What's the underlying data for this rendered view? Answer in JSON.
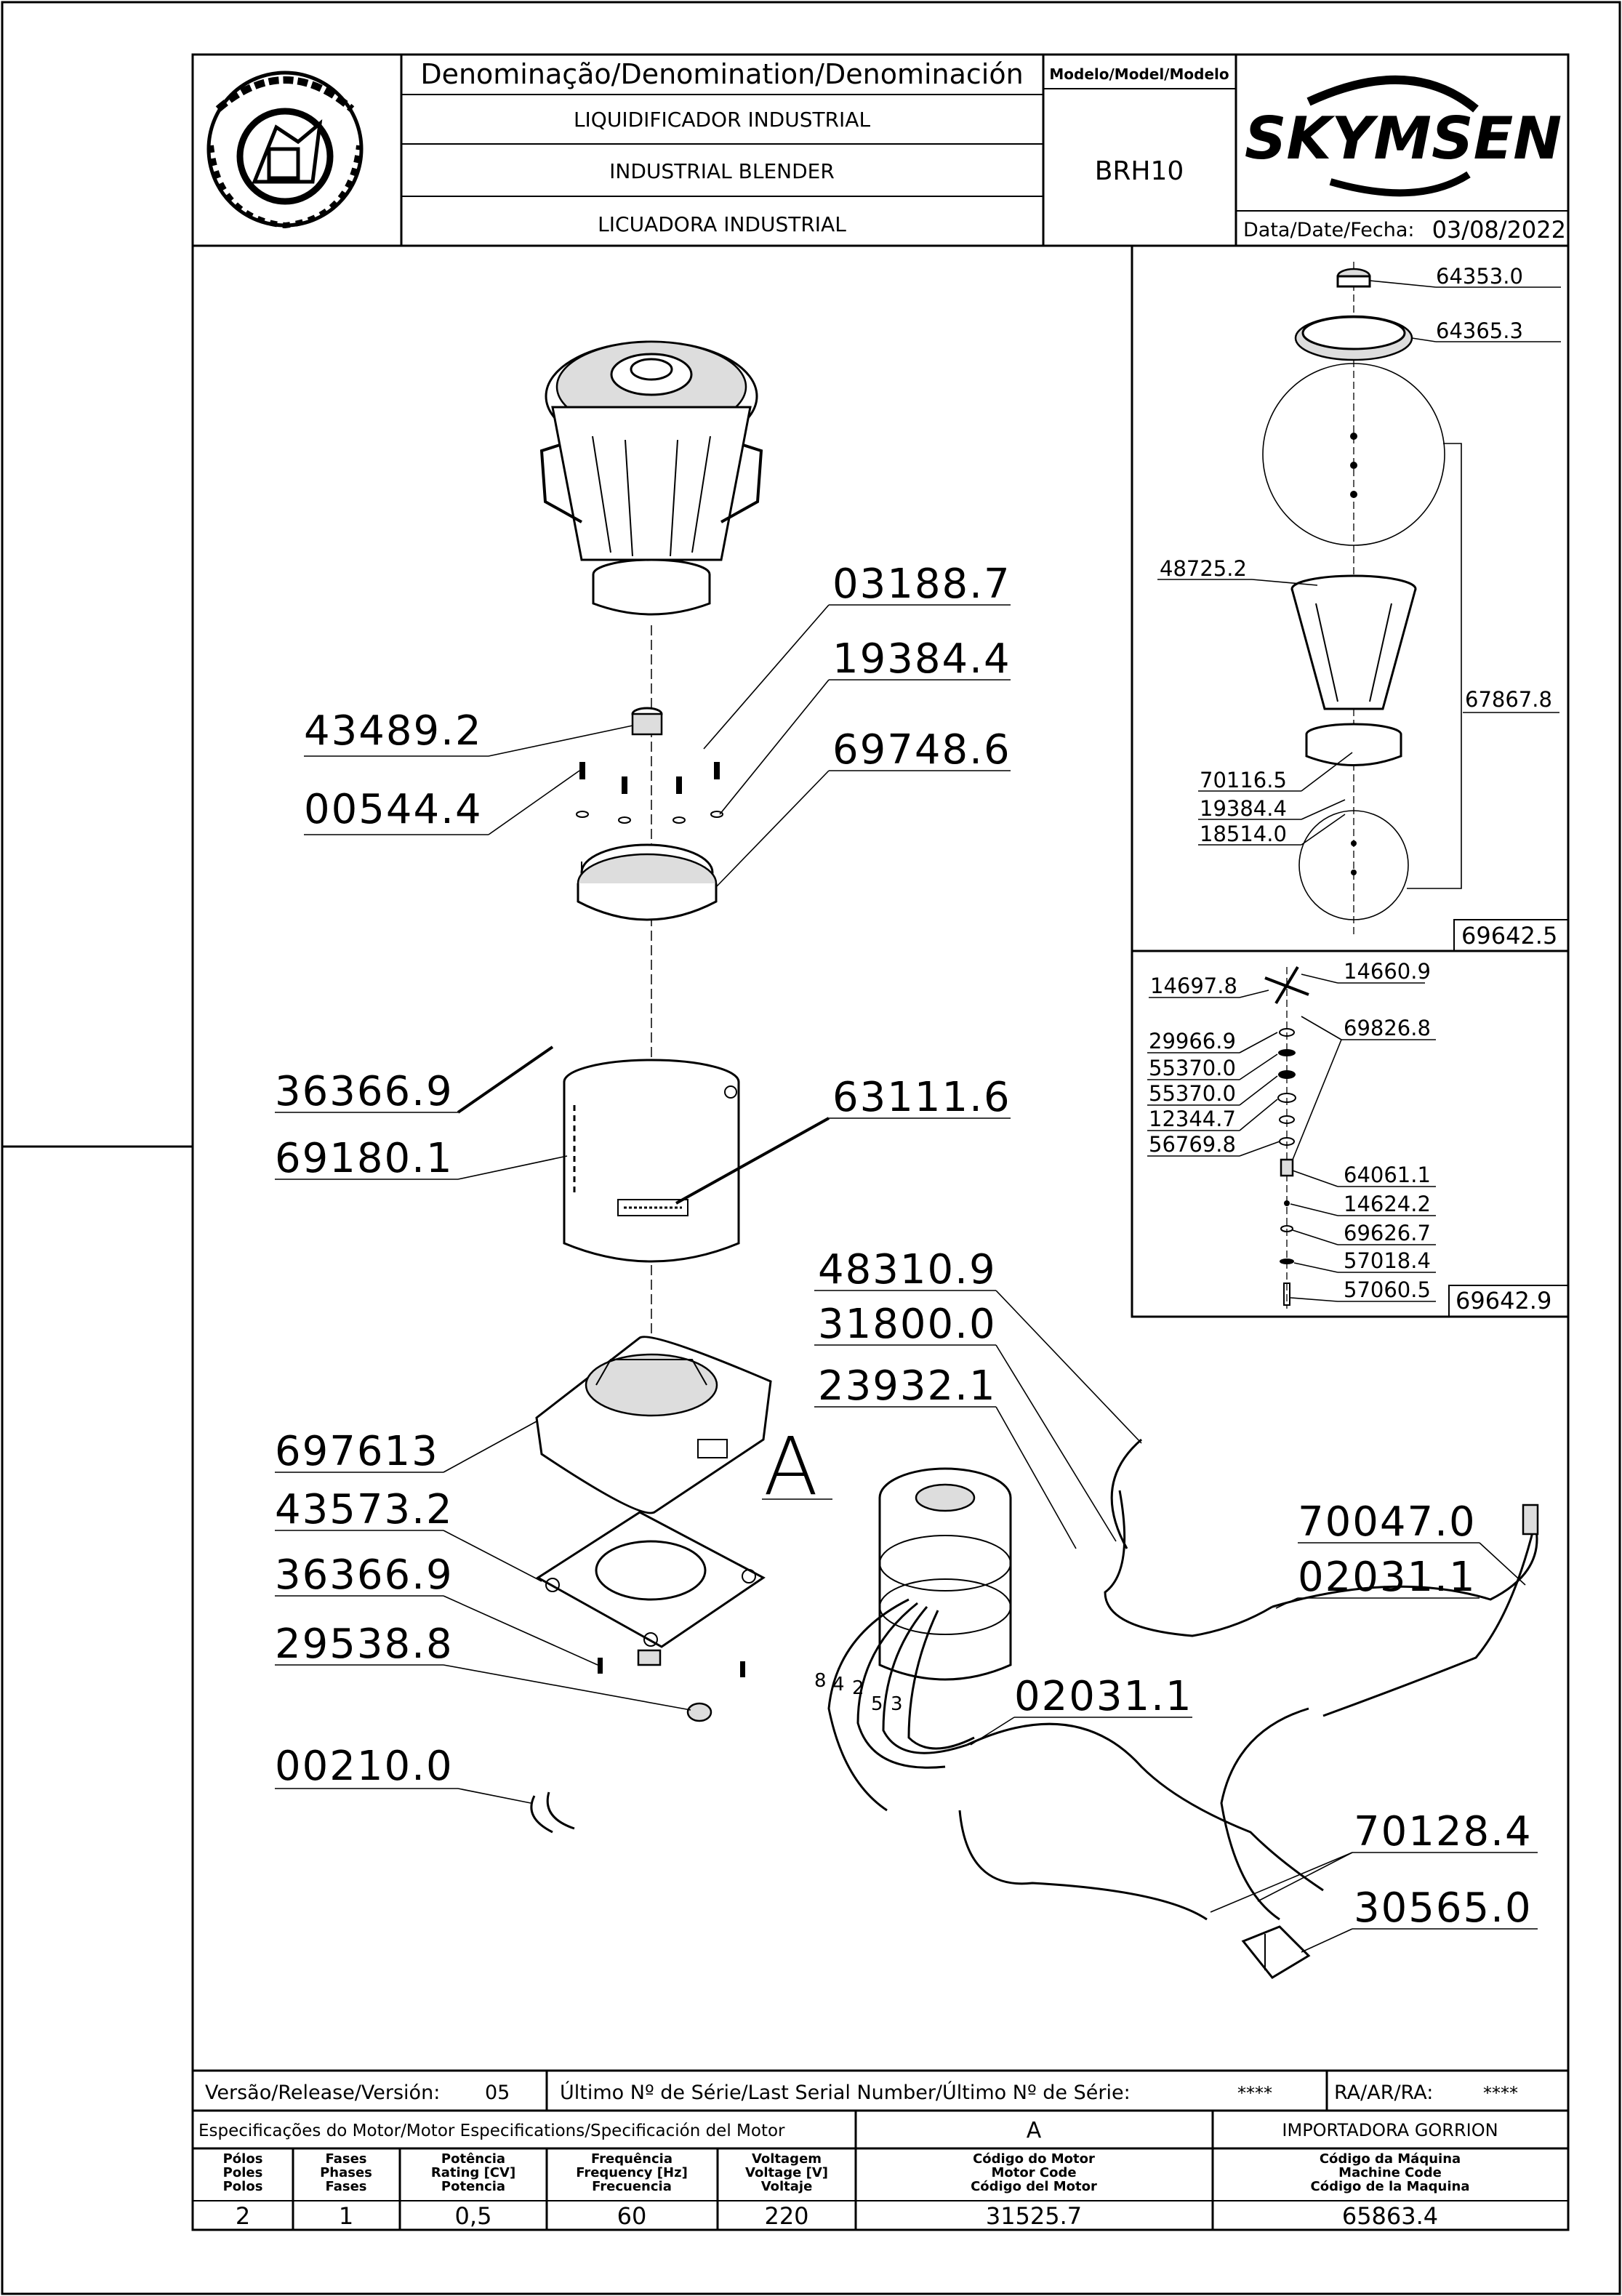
{
  "header": {
    "denomination_title": "Denominação/Denomination/Denominación",
    "names": [
      "LIQUIDIFICADOR  INDUSTRIAL",
      "INDUSTRIAL  BLENDER",
      "LICUADORA  INDUSTRIAL"
    ],
    "model_title": "Modelo/Model/Modelo",
    "model": "BRH10",
    "brand": "SKYMSEN",
    "date_label": "Data/Date/Fecha:",
    "date": "03/08/2022"
  },
  "main_labels": {
    "l_03188_7": "03188.7",
    "l_19384_4": "19384.4",
    "l_43489_2": "43489.2",
    "l_69748_6": "69748.6",
    "l_00544_4": "00544.4",
    "l_36366_9a": "36366.9",
    "l_63111_6": "63111.6",
    "l_69180_1": "69180.1",
    "l_48310_9": "48310.9",
    "l_31800_0": "31800.0",
    "l_23932_1": "23932.1",
    "l_697613": "697613",
    "l_A": "A",
    "l_43573_2": "43573.2",
    "l_36366_9b": "36366.9",
    "l_29538_8": "29538.8",
    "l_70047_0": "70047.0",
    "l_02031_1a": "02031.1",
    "l_02031_1b": "02031.1",
    "l_00210_0": "00210.0",
    "l_70128_4": "70128.4",
    "l_30565_0": "30565.0"
  },
  "wire_numbers": [
    "8",
    "4",
    "2",
    "5",
    "3"
  ],
  "inset_top": {
    "l_64353_0": "64353.0",
    "l_64365_3": "64365.3",
    "l_48725_2": "48725.2",
    "l_67867_8": "67867.8",
    "l_70116_5": "70116.5",
    "l_19384_4": "19384.4",
    "l_18514_0": "18514.0",
    "code": "69642.5"
  },
  "inset_bottom": {
    "l_14697_8": "14697.8",
    "l_14660_9": "14660.9",
    "l_69826_8": "69826.8",
    "l_29966_9": "29966.9",
    "l_55370_0a": "55370.0",
    "l_55370_0b": "55370.0",
    "l_12344_7": "12344.7",
    "l_56769_8": "56769.8",
    "l_64061_1": "64061.1",
    "l_14624_2": "14624.2",
    "l_69626_7": "69626.7",
    "l_57018_4": "57018.4",
    "l_57060_5": "57060.5",
    "code": "69642.9"
  },
  "footer": {
    "release_label": "Versão/Release/Versión:",
    "release": "05",
    "serial_label": "Último Nº de Série/Last Serial Number/Último Nº de Série:",
    "serial": "****",
    "ra_label": "RA/AR/RA:",
    "ra": "****",
    "motor_spec_label": "Especificações do Motor/Motor Especifications/Specificación del Motor",
    "motor_class": "A",
    "importer": "IMPORTADORA  GORRION",
    "columns": [
      {
        "h1": "Pólos",
        "h2": "Poles",
        "h3": "Polos",
        "value": "2"
      },
      {
        "h1": "Fases",
        "h2": "Phases",
        "h3": "Fases",
        "value": "1"
      },
      {
        "h1": "Potência",
        "h2": "Rating [CV]",
        "h3": "Potencia",
        "value": "0,5"
      },
      {
        "h1": "Frequência",
        "h2": "Frequency [Hz]",
        "h3": "Frecuencia",
        "value": "60"
      },
      {
        "h1": "Voltagem",
        "h2": "Voltage [V]",
        "h3": "Voltaje",
        "value": "220"
      },
      {
        "h1": "Código do Motor",
        "h2": "Motor Code",
        "h3": "Código del Motor",
        "value": "31525.7"
      },
      {
        "h1": "Código da Máquina",
        "h2": "Machine Code",
        "h3": "Código de la Maquina",
        "value": "65863.4"
      }
    ]
  }
}
